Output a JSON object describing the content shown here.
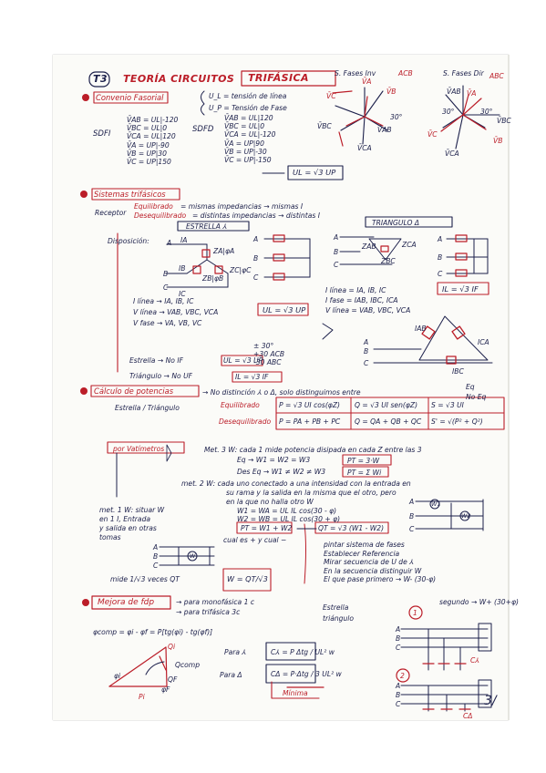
{
  "title": {
    "tag": "T3",
    "text": "TEORÍA CIRCUITOS",
    "highlight": "TRIFÁSICA"
  },
  "phasor_labels": {
    "inv": "S. Fases Inv",
    "inv_seq": "ACB",
    "dir": "S. Fases Dir",
    "dir_seq": "ABC",
    "va": "V̄A",
    "vb": "V̄B",
    "vc": "V̄C",
    "vab": "V̄AB",
    "vbc": "V̄BC",
    "vca": "V̄CA",
    "angle": "30°"
  },
  "section1": {
    "heading": "Convenio Fasorial",
    "ul_def": "U_L = tensión de línea",
    "up_def": "U_P = Tensión de Fase",
    "sdfi_label": "SDFI",
    "sdfd_label": "SDFD",
    "sdfi_lines": [
      "V̄AB = UL|-120",
      "V̄BC = UL|0",
      "V̄CA = UL|120",
      "V̄A = UP|-90",
      "V̄B = UP|30",
      "V̄C = UP|150"
    ],
    "sdfd_lines": [
      "V̄AB = UL|120",
      "V̄BC = UL|0",
      "V̄CA = UL|-120",
      "V̄A = UP|90",
      "V̄B = UP|-30",
      "V̄C = UP|-150"
    ],
    "result": "UL = √3 UP"
  },
  "section2": {
    "heading": "Sistemas trifásicos",
    "receptor": "Receptor",
    "equilibrado": "Equilibrado",
    "equilibrado_desc": "= mismas impedancias → mismas I",
    "desequilibrado": "Desequilibrado",
    "desequilibrado_desc": "= distintas impedancias → distintas I",
    "estrella": "ESTRELLA ⅄",
    "triangulo": "TRIANGULO Δ",
    "disposicion": "Disposición:",
    "star_lines": [
      "I línea → IA, IB, IC",
      "V línea → VAB, VBC, VCA",
      "V fase → VA, VB, VC"
    ],
    "star_formula": "UL = √3 UP",
    "tri_lines": [
      "I línea = IA, IB, IC",
      "I fase = IAB, IBC, ICA",
      "V línea = VAB, VBC, VCA"
    ],
    "tri_formula": "IL = √3 IF",
    "phase_notes": [
      "± 30°",
      "+30 ACB",
      "-30 ABC"
    ],
    "estrella_row": "Estrella → No IF",
    "estrella_formula": "UL = √3 UP",
    "triangulo_row": "Triángulo → No UF",
    "triangulo_formula": "IL = √3 IF",
    "phase_labels": {
      "a": "A",
      "b": "B",
      "c": "C",
      "ia": "IA",
      "ib": "IB",
      "ic": "IC",
      "za": "ZA|φA",
      "zb": "ZB|φB",
      "zc": "ZC|φC",
      "zab": "ZAB",
      "zbc": "ZBC",
      "zca": "ZCA",
      "iab": "IAB",
      "ibc": "IBC",
      "ica": "ICA"
    }
  },
  "section3": {
    "heading": "Cálculo de potencias",
    "no_dist": "→ No distinción ⅄ o Δ, solo distinguimos entre",
    "eq_options": [
      "Eq",
      "No Eq"
    ],
    "est_tri": "Estrella / Triángulo",
    "equilibrado": "Equilibrado",
    "desequilibrado": "Desequilibrado",
    "eq_formulas": [
      "P = √3 UI cos(φZ)",
      "Q = √3 UI sen(φZ)",
      "S = √3 UI"
    ],
    "deseq_formulas": [
      "P = PA + PB + PC",
      "Q = QA + QB + QC",
      "S' = √(P² + Q²)"
    ],
    "vatimetros": "por Vatímetros",
    "met3": "Met. 3 W: cada 1 mide potencia disipada en cada Z entre las 3",
    "met3_eq": "Eq → W1 = W2 = W3",
    "met3_eq_f": "PT = 3·W",
    "met3_deq": "Des Eq → W1 ≠ W2 ≠ W3",
    "met3_deq_f": "PT = Σ Wi",
    "met2": "met. 2 W: cada uno conectado a una intensidad con la entrada en",
    "met2_b": "su rama y la salida en la misma que el otro, pero",
    "met2_c": "en la que no halla otro W",
    "met2_f1": "W1 = WA = UL IL cos(30 - φ)",
    "met2_f2": "W2 = WB = UL IL cos(30 + φ)",
    "met2_pt": "PT = W1 + W2",
    "met2_qt": "QT = √3 (W1 - W2)",
    "met1": "met. 1 W: situar W",
    "met1_b": "en 1 I, Entrada",
    "met1_c": "y salida en otras",
    "met1_d": "tomas",
    "mide": "mide  1/√3 veces  QT",
    "mide_f": "W = QT/√3",
    "cual": "cual es + y cual −",
    "steps": [
      "pintar sistema de fases",
      "Establecer Referencia",
      "Mirar secuencia de U de ⅄",
      "En la secuencia distinguir W",
      "El que pase primero → W- (30-φ)"
    ],
    "segundo": "segundo → W+ (30+φ)",
    "w_labels": {
      "w": "W",
      "w1": "W1",
      "w2": "W2"
    }
  },
  "section4": {
    "heading": "Mejora de fdp",
    "mono": "→ para monofásica 1 c",
    "tri": "→ para trifásica 3c",
    "estrella": "Estrella",
    "triangulo": "triángulo",
    "phi_comp": "φcomp = φi - φf = P[tg(φi) - tg(φf)]",
    "para_y": "Para ⅄",
    "para_d": "Para Δ",
    "cy": "C⅄ = P Δtg / UL² w",
    "cd": "CΔ = P·Δtg / 3 UL² w",
    "minima": "Mínima",
    "labels": {
      "qi": "Qi",
      "qf": "QF",
      "qc": "Qcomp",
      "pi": "Pi",
      "phi_i": "φi",
      "phi_f": "φF",
      "cy": "C⅄",
      "cd": "CΔ",
      "one": "1",
      "two": "2"
    },
    "page_mark": "3/"
  }
}
